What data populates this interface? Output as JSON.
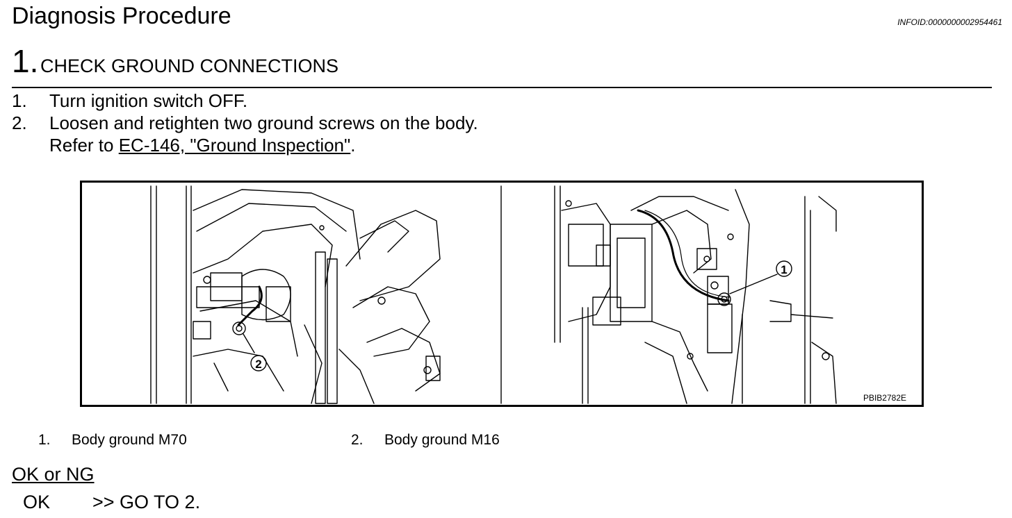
{
  "header": {
    "title": "Diagnosis Procedure",
    "info_id": "INFOID:0000000002954461"
  },
  "step": {
    "number": "1.",
    "title": "CHECK GROUND CONNECTIONS"
  },
  "instructions": [
    {
      "num": "1.",
      "text": "Turn ignition switch OFF."
    },
    {
      "num": "2.",
      "text": "Loosen and retighten two ground screws on the body."
    }
  ],
  "refer": {
    "prefix": "Refer to ",
    "link": "EC-146, \"Ground Inspection\"",
    "suffix": "."
  },
  "figure": {
    "code": "PBIB2782E",
    "callouts": [
      "1",
      "2"
    ]
  },
  "legend": [
    {
      "num": "1.",
      "text": "Body ground M70"
    },
    {
      "num": "2.",
      "text": "Body ground M16"
    }
  ],
  "result": {
    "heading": "OK or NG",
    "ok_label": "OK",
    "ok_action": ">> GO TO 2."
  }
}
